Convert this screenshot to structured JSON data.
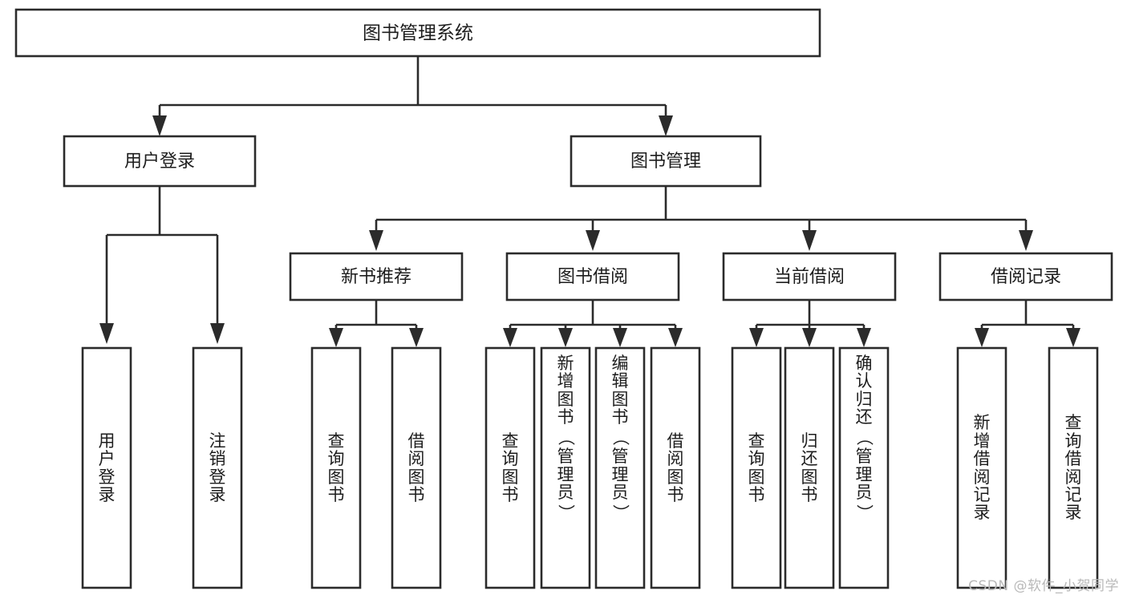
{
  "diagram": {
    "type": "tree",
    "title": "图书管理系统",
    "watermark": "CSDN @软件_小贺同学",
    "colors": {
      "box_stroke": "#2b2b2b",
      "box_fill": "#ffffff",
      "text": "#1d1d1d",
      "background": "#ffffff",
      "watermark": "#b9b9b9"
    },
    "root": {
      "label": "图书管理系统"
    },
    "level2": [
      {
        "label": "用户登录"
      },
      {
        "label": "图书管理"
      }
    ],
    "level3": [
      {
        "label": "新书推荐"
      },
      {
        "label": "图书借阅"
      },
      {
        "label": "当前借阅"
      },
      {
        "label": "借阅记录"
      }
    ],
    "leaves": [
      {
        "label": "用户登录",
        "parent": "用户登录"
      },
      {
        "label": "注销登录",
        "parent": "用户登录"
      },
      {
        "label": "查询图书",
        "parent": "新书推荐"
      },
      {
        "label": "借阅图书",
        "parent": "新书推荐"
      },
      {
        "label": "查询图书",
        "parent": "图书借阅"
      },
      {
        "label": "新增图书（管理员）",
        "parent": "图书借阅"
      },
      {
        "label": "编辑图书（管理员）",
        "parent": "图书借阅"
      },
      {
        "label": "借阅图书",
        "parent": "图书借阅"
      },
      {
        "label": "查询图书",
        "parent": "当前借阅"
      },
      {
        "label": "归还图书",
        "parent": "当前借阅"
      },
      {
        "label": "确认归还（管理员）",
        "parent": "当前借阅"
      },
      {
        "label": "新增借阅记录",
        "parent": "借阅记录"
      },
      {
        "label": "查询借阅记录",
        "parent": "借阅记录"
      }
    ]
  }
}
